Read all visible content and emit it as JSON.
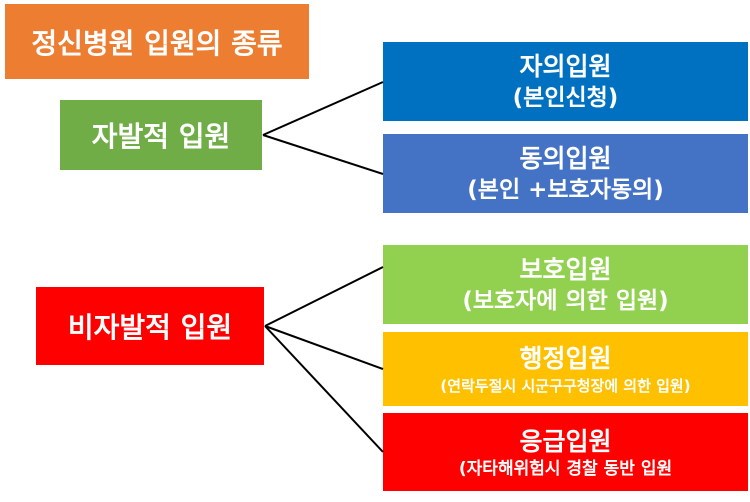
{
  "title": "정신병원 입원의 종류",
  "categories": [
    {
      "label": "자발적 입원"
    },
    {
      "label": "비자발적 입원"
    }
  ],
  "types": [
    {
      "name": "자의입원",
      "detail": "(본인신청)"
    },
    {
      "name": "동의입원",
      "detail": "(본인 +보호자동의)"
    },
    {
      "name": "보호입원",
      "detail": "(보호자에 의한 입원)"
    },
    {
      "name": "행정입원",
      "detail": "(연락두절시 시군구구청장에 의한 입원)"
    },
    {
      "name": "응급입원",
      "detail": "(자타해위험시 경찰 동반 입원"
    }
  ],
  "colors": {
    "title_bg": "#ED7D31",
    "voluntary_bg": "#70AD47",
    "involuntary_bg": "#FF0000",
    "self_bg": "#0070C0",
    "consent_bg": "#4472C4",
    "protective_bg": "#92D050",
    "administrative_bg": "#FFC000",
    "emergency_bg": "#FF0000",
    "connector": "#000000"
  }
}
